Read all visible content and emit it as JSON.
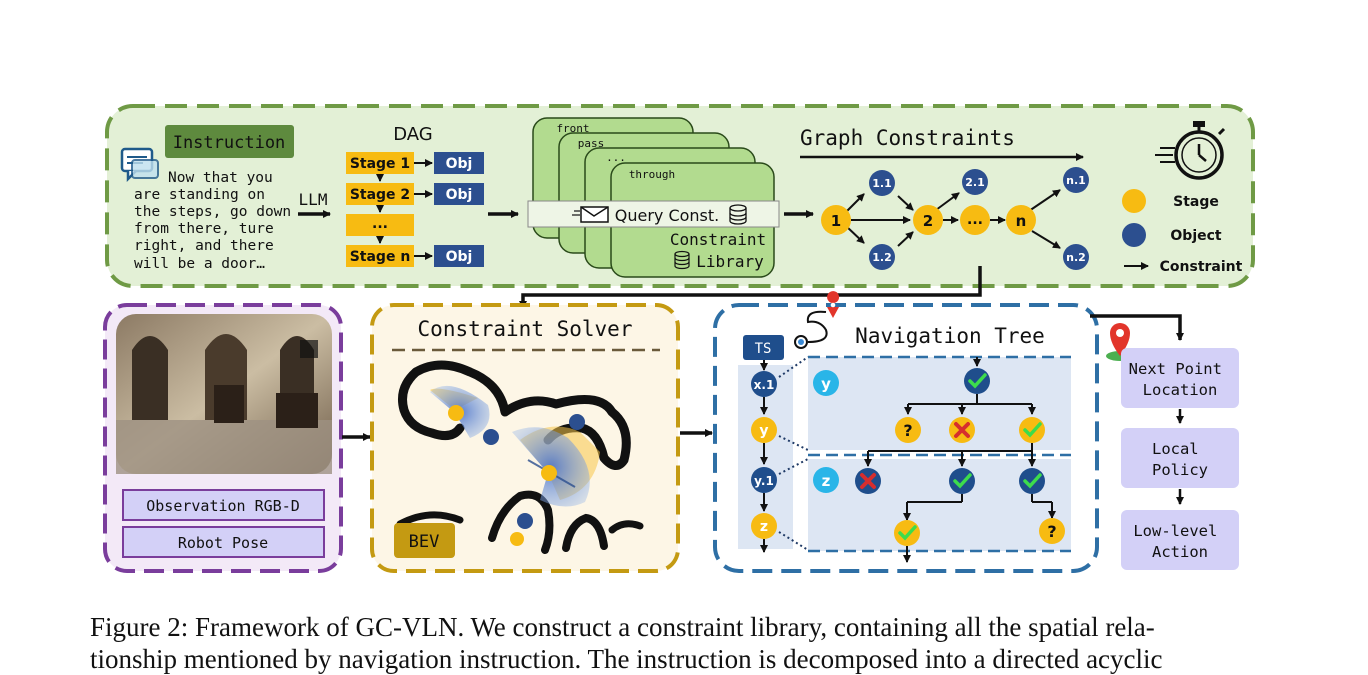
{
  "instruction": {
    "label": "Instruction",
    "text_lines": [
      "Now that you",
      "are standing on",
      "the steps, go down",
      "from there, ture",
      "right, and there",
      "will be a door…"
    ]
  },
  "llm_label": "LLM",
  "dag": {
    "title": "DAG",
    "stages": [
      "Stage 1",
      "Stage 2",
      "...",
      "Stage n"
    ],
    "obj_label": "Obj"
  },
  "library": {
    "cards": [
      "front",
      "pass",
      "...",
      "through"
    ],
    "query": "Query Const.",
    "title_line1": "Constraint",
    "title_line2": "Library"
  },
  "graph": {
    "title": "Graph Constraints",
    "nodes": [
      "1",
      "1.1",
      "1.2",
      "2",
      "2.1",
      "...",
      "n",
      "n.1",
      "n.2"
    ]
  },
  "legend": {
    "stage": "Stage",
    "object": "Object",
    "constraint": "Constraint"
  },
  "observation": {
    "rgbd": "Observation RGB-D",
    "pose": "Robot Pose"
  },
  "solver": {
    "title": "Constraint Solver",
    "bev": "BEV"
  },
  "tree": {
    "title": "Navigation Tree",
    "ts": "TS",
    "chain": [
      "x.1",
      "y",
      "y.1",
      "z"
    ],
    "panel_y": "y",
    "panel_z": "z"
  },
  "pipeline": [
    "Next Point Location",
    "Local Policy",
    "Low-level Action"
  ],
  "pipeline_lines": [
    [
      "Next Point",
      "Location"
    ],
    [
      "Local",
      "Policy"
    ],
    [
      "Low-level",
      "Action"
    ]
  ],
  "caption": {
    "line1": "Figure 2: Framework of GC-VLN. We construct a constraint library, containing all the spatial rela-",
    "line2": "tionship mentioned by navigation instruction. The instruction is decomposed into a directed acyclic"
  },
  "colors": {
    "green_border": "#6f9a45",
    "green_fill": "#e3f0d6",
    "instruction_fill": "#5e8a3e",
    "stage_yellow": "#f7bb12",
    "object_blue": "#2c4f8f",
    "purple": "#7a3d9c",
    "gold": "#c49a12",
    "blue_border": "#2e6fa5",
    "lavender": "#d3d0f7"
  }
}
